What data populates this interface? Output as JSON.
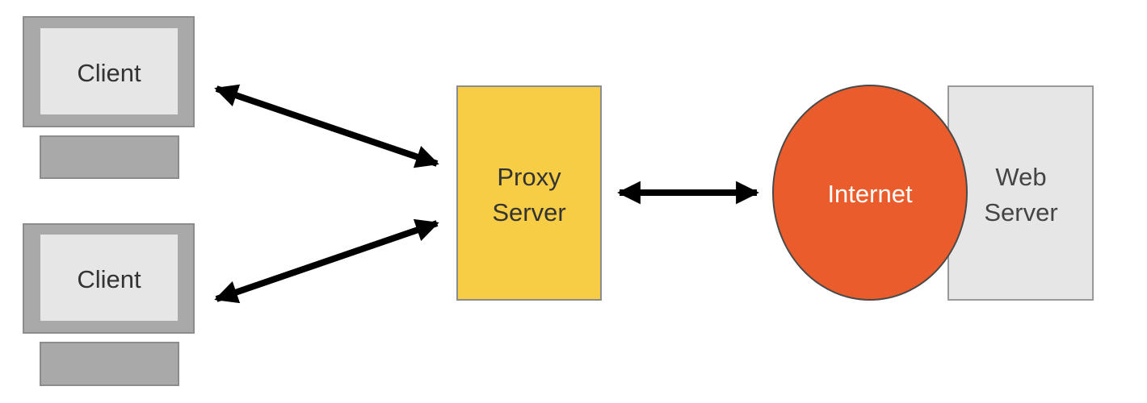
{
  "diagram": {
    "clients": [
      {
        "label": "Client"
      },
      {
        "label": "Client"
      }
    ],
    "proxy": {
      "line1": "Proxy",
      "line2": "Server"
    },
    "internet": {
      "label": "Internet"
    },
    "web_server": {
      "line1": "Web",
      "line2": "Server"
    }
  },
  "colors": {
    "monitor_frame": "#a9a9a9",
    "monitor_screen": "#e6e6e6",
    "monitor_border": "#8c8c8c",
    "proxy_fill": "#f6cd45",
    "proxy_border": "#8c8c8c",
    "internet_fill": "#ea5c2b",
    "internet_border": "#4a4a4a",
    "web_server_fill": "#e6e6e6",
    "web_server_border": "#999999",
    "arrow": "#000000",
    "text_dark": "#333333",
    "text_light": "#ffffff"
  }
}
